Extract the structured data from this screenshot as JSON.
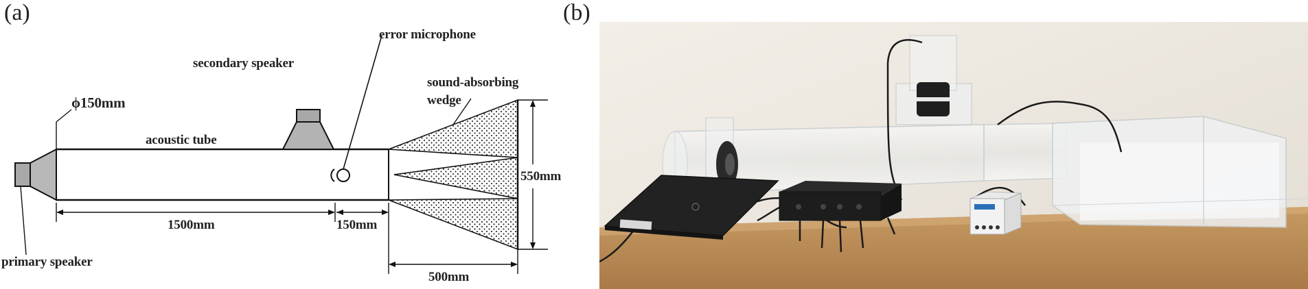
{
  "panels": {
    "a": {
      "label": "(a)",
      "annotations": {
        "error_microphone": "error microphone",
        "secondary_speaker": "secondary speaker",
        "sound_absorbing_line1": "sound-absorbing",
        "sound_absorbing_line2": "wedge",
        "diameter": "ϕ150mm",
        "acoustic_tube": "acoustic tube",
        "height": "550mm",
        "length_tube": "1500mm",
        "length_mic": "150mm",
        "length_wedge": "500mm",
        "primary_speaker": "primary speaker"
      }
    },
    "b": {
      "label": "(b)"
    }
  },
  "colors": {
    "line": "#111111",
    "speaker_fill": "#a8a8a8",
    "wedge_dots": "#333333",
    "wall": "#ece7df",
    "table": "#b98a55"
  }
}
